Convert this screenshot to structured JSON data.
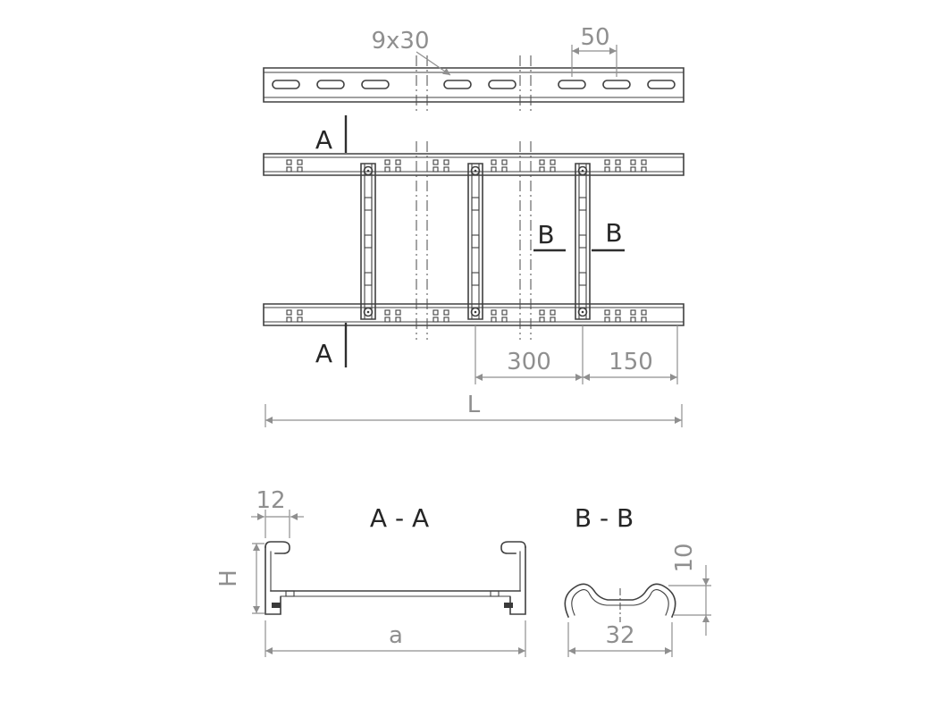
{
  "colors": {
    "background": "#ffffff",
    "drawing_line": "#404040",
    "dimension": "#8f8f8f",
    "label": "#262626"
  },
  "plan": {
    "slot_label": "9x30",
    "pitch_label": "50",
    "section_a_label": "A",
    "section_b_label": "B",
    "dim_rung_spacing": "300",
    "dim_end_spacing": "150",
    "dim_length": "L"
  },
  "section_aa": {
    "title": "A - A",
    "dim_lip": "12",
    "dim_height": "H",
    "dim_width": "a"
  },
  "section_bb": {
    "title": "B - B",
    "dim_height": "10",
    "dim_width": "32"
  }
}
